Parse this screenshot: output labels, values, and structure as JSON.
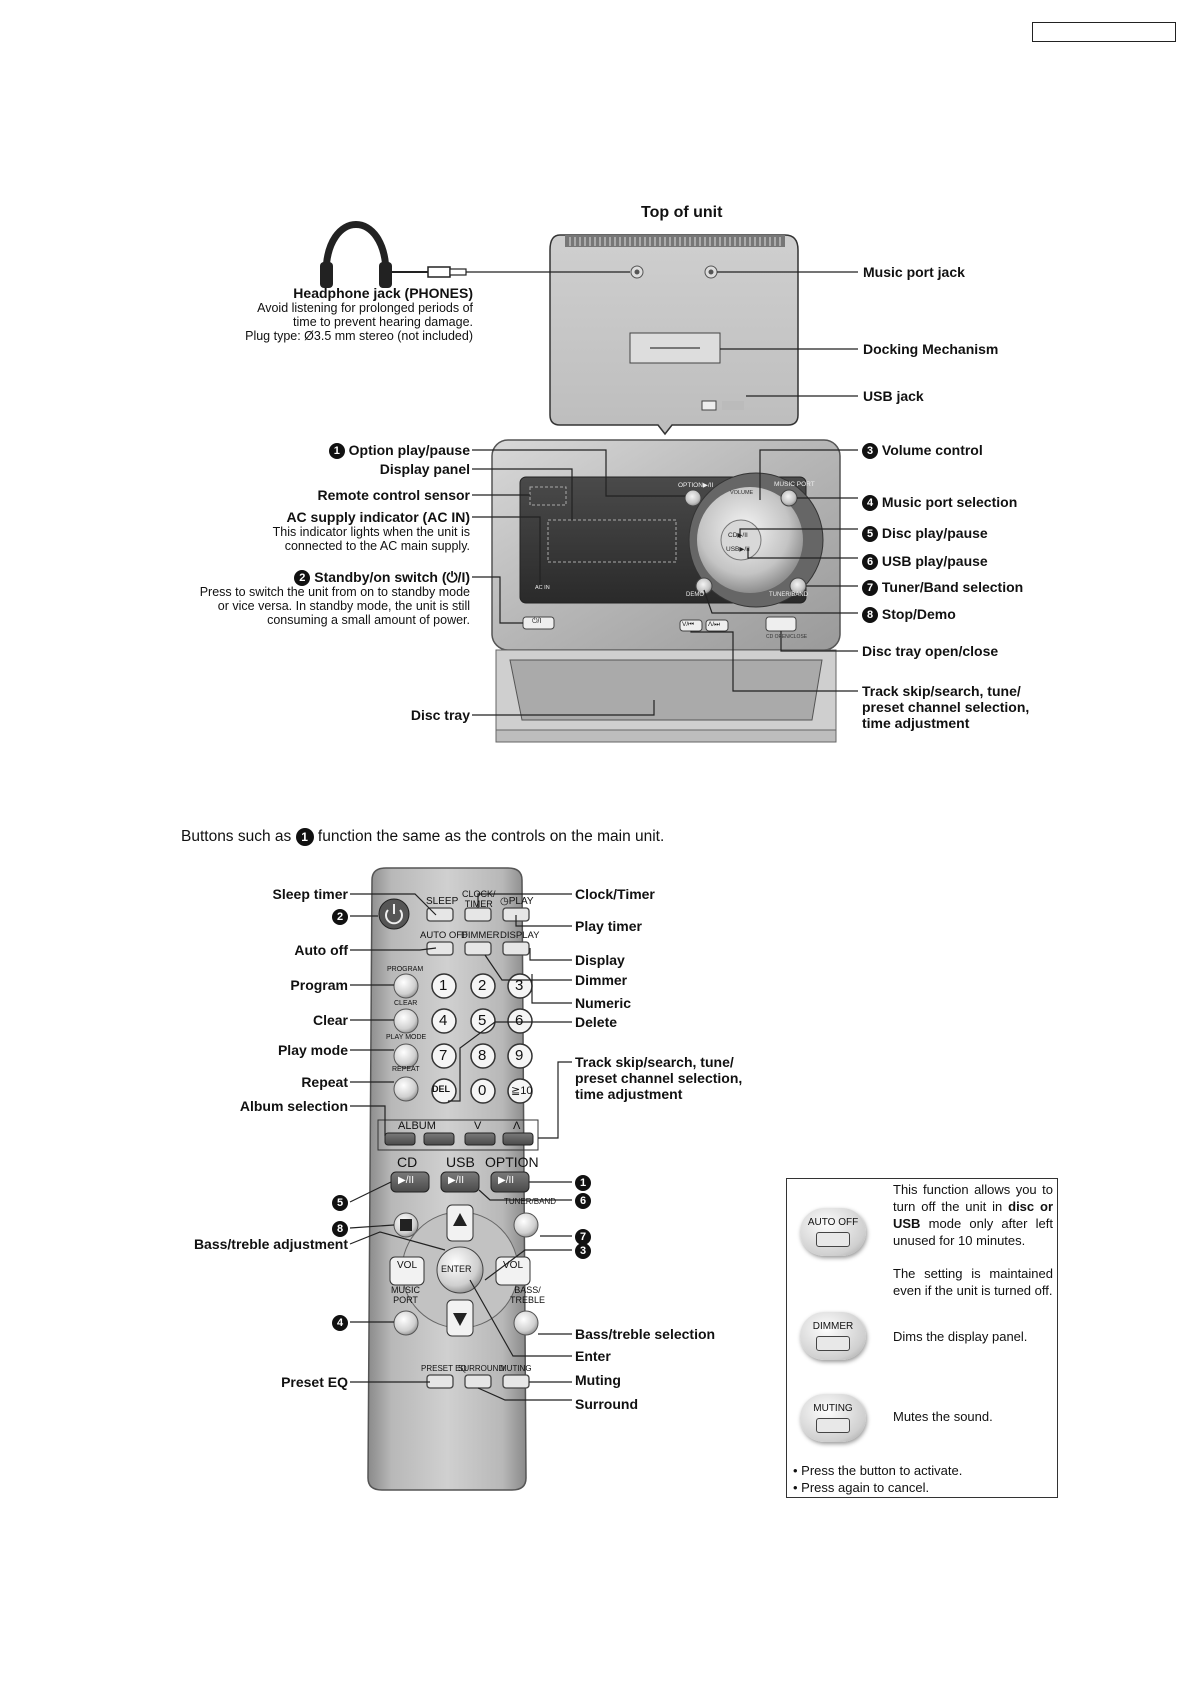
{
  "header": {
    "doc_code": ""
  },
  "top_view": {
    "title": "Top of unit",
    "headphone": {
      "label": "Headphone jack (PHONES)",
      "notes": [
        "Avoid listening for prolonged periods of",
        "time to prevent hearing damage.",
        "Plug type: Ø3.5 mm stereo (not included)"
      ]
    },
    "right_labels": [
      "Music port jack",
      "Docking Mechanism",
      "USB jack"
    ]
  },
  "main_unit": {
    "left_labels": [
      {
        "num": "1",
        "text": "Option play/pause"
      },
      {
        "num": "",
        "text": "Display panel"
      },
      {
        "num": "",
        "text": "Remote control sensor"
      },
      {
        "num": "",
        "text": "AC supply indicator (AC IN)"
      },
      {
        "num": "2",
        "text": "Standby/on switch (⏻/I)"
      },
      {
        "num": "",
        "text": "Disc tray"
      }
    ],
    "ac_notes": [
      "This indicator lights when the unit is",
      "connected to the AC main supply."
    ],
    "standby_notes": [
      "Press to switch the unit from on to standby mode",
      "or vice versa. In standby mode, the unit is still",
      "consuming a small amount of power."
    ],
    "right_labels": [
      {
        "num": "3",
        "text": "Volume control"
      },
      {
        "num": "4",
        "text": "Music port selection"
      },
      {
        "num": "5",
        "text": "Disc play/pause"
      },
      {
        "num": "6",
        "text": "USB play/pause"
      },
      {
        "num": "7",
        "text": "Tuner/Band selection"
      },
      {
        "num": "8",
        "text": "Stop/Demo"
      },
      {
        "num": "",
        "text": "Disc tray open/close"
      }
    ],
    "track_label": [
      "Track skip/search, tune/",
      "preset channel selection,",
      "time adjustment"
    ],
    "panel_texts": {
      "option": "OPTION▶/II",
      "music_port": "MUSIC PORT",
      "volume": "VOLUME",
      "cd": "CD▶/II",
      "usb": "USB▶/II",
      "demo": "DEMO",
      "tuner": "TUNER/BAND",
      "ac_in": "AC IN",
      "standby": "⏻/I",
      "skip_back": "V/⏮",
      "skip_fwd": "Λ/⏭",
      "cd_open": "CD OPEN/CLOSE"
    }
  },
  "intro": {
    "before": "Buttons such as",
    "num": "1",
    "after": "function the same as the controls on the main unit."
  },
  "remote": {
    "left_labels": [
      {
        "num": "",
        "text": "Sleep timer"
      },
      {
        "num": "2",
        "text": ""
      },
      {
        "num": "",
        "text": "Auto off"
      },
      {
        "num": "",
        "text": "Program"
      },
      {
        "num": "",
        "text": "Clear"
      },
      {
        "num": "",
        "text": "Play mode"
      },
      {
        "num": "",
        "text": "Repeat"
      },
      {
        "num": "",
        "text": "Album selection"
      },
      {
        "num": "5",
        "text": ""
      },
      {
        "num": "8",
        "text": ""
      },
      {
        "num": "",
        "text": "Bass/treble adjustment"
      },
      {
        "num": "4",
        "text": ""
      },
      {
        "num": "",
        "text": "Preset EQ"
      }
    ],
    "right_labels": [
      {
        "num": "",
        "text": "Clock/Timer"
      },
      {
        "num": "",
        "text": "Play timer"
      },
      {
        "num": "",
        "text": "Display"
      },
      {
        "num": "",
        "text": "Dimmer"
      },
      {
        "num": "",
        "text": "Numeric"
      },
      {
        "num": "",
        "text": "Delete"
      },
      {
        "num": "",
        "text": "Track skip/search, tune/"
      },
      {
        "num": "",
        "text": "preset channel selection,"
      },
      {
        "num": "",
        "text": "time adjustment"
      },
      {
        "num": "1",
        "text": ""
      },
      {
        "num": "6",
        "text": ""
      },
      {
        "num": "7",
        "text": ""
      },
      {
        "num": "3",
        "text": ""
      },
      {
        "num": "",
        "text": "Bass/treble selection"
      },
      {
        "num": "",
        "text": "Enter"
      },
      {
        "num": "",
        "text": "Muting"
      },
      {
        "num": "",
        "text": "Surround"
      }
    ],
    "keys": {
      "sleep": "SLEEP",
      "clock": "CLOCK/\nTIMER",
      "play": "◷PLAY",
      "auto_off": "AUTO OFF",
      "dimmer": "DIMMER",
      "display": "DISPLAY",
      "program": "PROGRAM",
      "clear": "CLEAR",
      "play_mode": "PLAY MODE",
      "repeat": "REPEAT",
      "del": "DEL",
      "digits": [
        "1",
        "2",
        "3",
        "4",
        "5",
        "6",
        "7",
        "8",
        "9",
        "0",
        "≧10"
      ],
      "album": "ALBUM",
      "down": "V",
      "up": "Λ",
      "cd": "CD",
      "usb": "USB",
      "option": "OPTION",
      "play_pause": "▶/II",
      "tuner": "TUNER/BAND",
      "vol": "VOL",
      "enter": "ENTER",
      "music_port": "MUSIC\nPORT",
      "bass_treble": "BASS/\nTREBLE",
      "preset_eq": "PRESET EQ",
      "surround": "SURROUND",
      "muting": "MUTING"
    }
  },
  "sidebox": {
    "auto_off_key": "AUTO OFF",
    "auto_off_text_1": "This function allows you to turn off the unit in",
    "auto_off_bold": "disc or USB",
    "auto_off_text_2": "mode only after left unused for 10 minutes.",
    "auto_off_text_3": "The setting is maintained even if the unit is turned off.",
    "dimmer_key": "DIMMER",
    "dimmer_text": "Dims the display panel.",
    "muting_key": "MUTING",
    "muting_text": "Mutes the sound.",
    "bullets": [
      "Press the button to activate.",
      "Press again to cancel."
    ]
  }
}
